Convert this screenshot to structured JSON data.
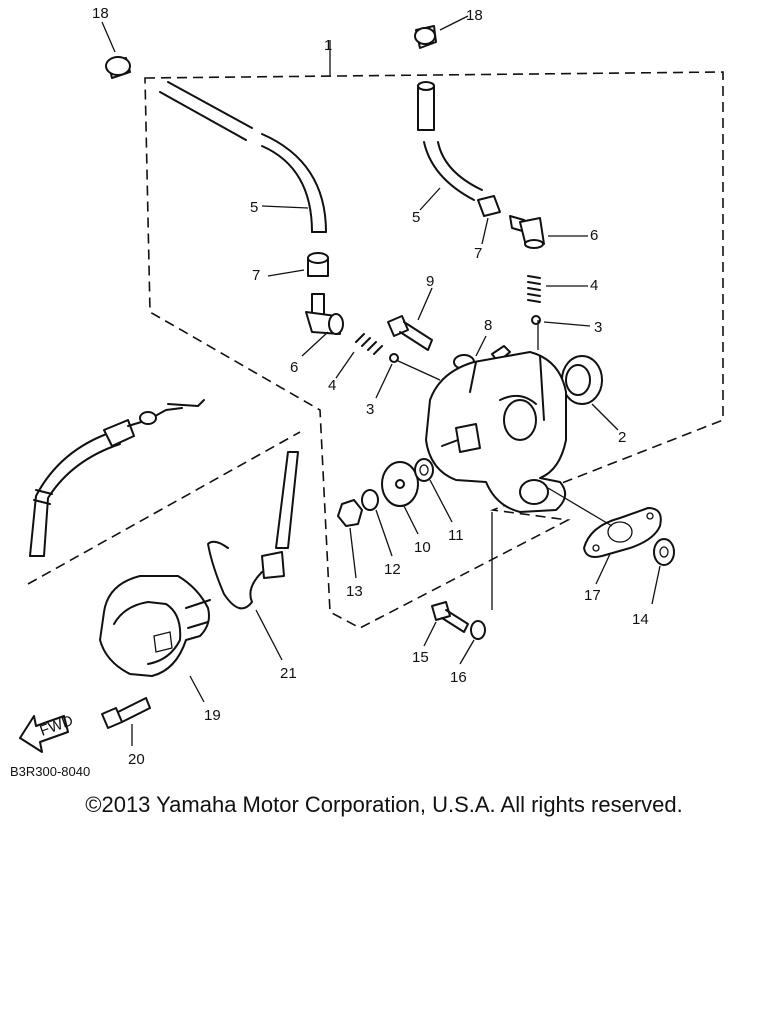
{
  "diagram": {
    "code": "B3R300-8040",
    "copyright": "©2013 Yamaha Motor Corporation, U.S.A. All rights reserved.",
    "fwd_label": "FWD",
    "callouts": {
      "c1": "1",
      "c2": "2",
      "c3a": "3",
      "c3b": "3",
      "c4a": "4",
      "c4b": "4",
      "c5a": "5",
      "c5b": "5",
      "c6a": "6",
      "c6b": "6",
      "c7a": "7",
      "c7b": "7",
      "c8": "8",
      "c9": "9",
      "c10": "10",
      "c11": "11",
      "c12": "12",
      "c13": "13",
      "c14": "14",
      "c15": "15",
      "c16": "16",
      "c17": "17",
      "c18a": "18",
      "c18b": "18",
      "c19": "19",
      "c20": "20",
      "c21": "21"
    }
  }
}
